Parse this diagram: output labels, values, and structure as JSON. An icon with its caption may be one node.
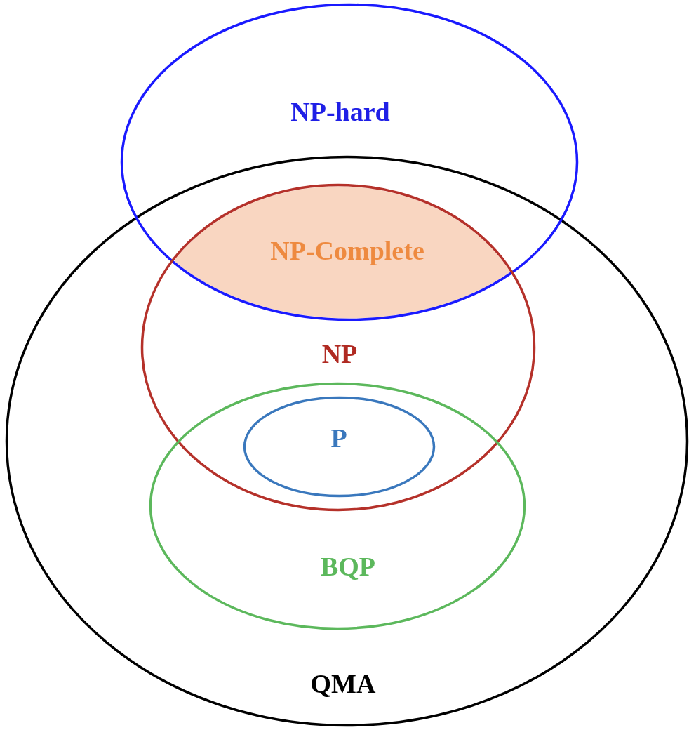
{
  "diagram": {
    "nodes": [
      {
        "text": [
          "NP-hard"
        ]
      },
      {
        "text": [
          "QMA"
        ]
      },
      {
        "text": [
          "NP"
        ],
        "in": 1
      },
      {
        "text": [
          "NP-Complete"
        ]
      },
      {
        "text": [
          "P"
        ]
      },
      {
        "text": [
          "BQP"
        ],
        "in": 1
      }
    ]
  }
}
